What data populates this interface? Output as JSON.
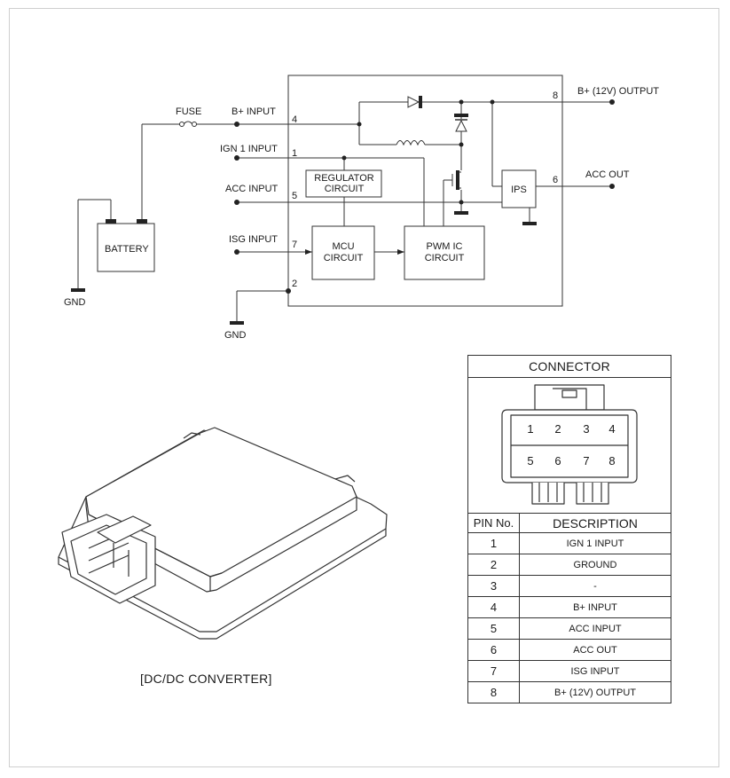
{
  "schematic": {
    "fuse": "FUSE",
    "battery": "BATTERY",
    "gnd": "GND",
    "inputs": {
      "b_plus": "B+ INPUT",
      "ign1": "IGN 1 INPUT",
      "acc": "ACC INPUT",
      "isg": "ISG INPUT"
    },
    "outputs": {
      "b_plus_12v": "B+ (12V) OUTPUT",
      "acc_out": "ACC OUT"
    },
    "pins": {
      "p1": "1",
      "p2": "2",
      "p4": "4",
      "p5": "5",
      "p6": "6",
      "p7": "7",
      "p8": "8"
    },
    "blocks": {
      "regulator_l1": "REGULATOR",
      "regulator_l2": "CIRCUIT",
      "mcu_l1": "MCU",
      "mcu_l2": "CIRCUIT",
      "pwm_l1": "PWM IC",
      "pwm_l2": "CIRCUIT",
      "ips": "IPS"
    }
  },
  "connector": {
    "title": "CONNECTOR",
    "face_top": [
      "1",
      "2",
      "3",
      "4"
    ],
    "face_bottom": [
      "5",
      "6",
      "7",
      "8"
    ],
    "col_pin": "PIN No.",
    "col_desc": "DESCRIPTION",
    "rows": [
      {
        "pin": "1",
        "desc": "IGN 1 INPUT"
      },
      {
        "pin": "2",
        "desc": "GROUND"
      },
      {
        "pin": "3",
        "desc": "-"
      },
      {
        "pin": "4",
        "desc": "B+ INPUT"
      },
      {
        "pin": "5",
        "desc": "ACC INPUT"
      },
      {
        "pin": "6",
        "desc": "ACC OUT"
      },
      {
        "pin": "7",
        "desc": "ISG INPUT"
      },
      {
        "pin": "8",
        "desc": "B+ (12V) OUTPUT"
      }
    ]
  },
  "caption": "[DC/DC CONVERTER]"
}
